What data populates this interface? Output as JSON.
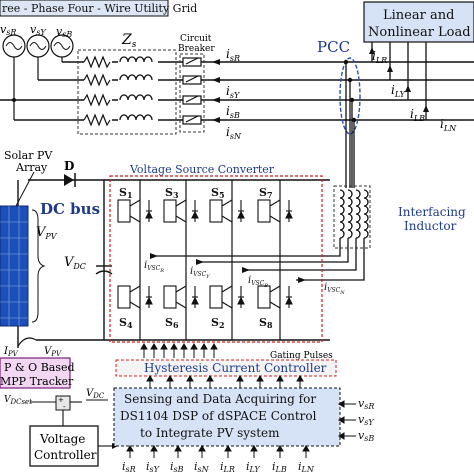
{
  "labels": {
    "grid_title": "ree - Phase Four - Wire Utility Grid",
    "load_title_1": "Linear and",
    "load_title_2": "Nonlinear Load",
    "zs": "Z",
    "zs_sub": "s",
    "breaker_1": "Circuit",
    "breaker_2": "Breaker",
    "pcc": "PCC",
    "src_r": "v",
    "src_r_sub": "sR",
    "src_y": "v",
    "src_y_sub": "sY",
    "src_b": "v",
    "src_b_sub": "sB",
    "isR": "i",
    "isR_sub": "sR",
    "isY": "i",
    "isY_sub": "sY",
    "isB": "i",
    "isB_sub": "sB",
    "isN": "i",
    "isN_sub": "sN",
    "iLR": "i",
    "iLR_sub": "LR",
    "iLY": "i",
    "iLY_sub": "LY",
    "iLB": "i",
    "iLB_sub": "LB",
    "iLN": "i",
    "iLN_sub": "LN",
    "pv_1": "Solar PV",
    "pv_2": "Array",
    "diode": "D",
    "vsc": "Voltage Source Converter",
    "dcbus": "DC bus",
    "vpv": "V",
    "vpv_sub": "PV",
    "vdc": "V",
    "vdc_sub": "DC",
    "s1": "S",
    "s1_sub": "1",
    "s3": "S",
    "s3_sub": "3",
    "s5": "S",
    "s5_sub": "5",
    "s7": "S",
    "s7_sub": "7",
    "s4": "S",
    "s4_sub": "4",
    "s6": "S",
    "s6_sub": "6",
    "s2": "S",
    "s2_sub": "2",
    "s8": "S",
    "s8_sub": "8",
    "ivscR": "i",
    "ivscR_sub": "VSC",
    "ivscR_sub2": "R",
    "ivscY": "i",
    "ivscY_sub": "VSC",
    "ivscY_sub2": "Y",
    "ivscB": "i",
    "ivscB_sub": "VSC",
    "ivscB_sub2": "B",
    "ivscN": "i",
    "ivscN_sub": "VSC",
    "ivscN_sub2": "N",
    "inductor_1": "Interfacing",
    "inductor_2": "Inductor",
    "ipv": "I",
    "ipv_sub": "PV",
    "vpv2": "V",
    "vpv2_sub": "PV",
    "mppt_1": "P & O Based",
    "mppt_2": "MPP Tracker",
    "gating": "Gating Pulses",
    "hcc": "Hysteresis Current Controller",
    "vdcset": "V",
    "vdcset_sub": "DCset",
    "vdc2": "V",
    "vdc2_sub": "DC",
    "dsp_1": "Sensing and Data Acquiring for",
    "dsp_2": "DS1104 DSP of dSPACE Control",
    "dsp_3": "to Integrate PV system",
    "vc_1": "Voltage",
    "vc_2": "Controller",
    "vsR": "v",
    "vsR_sub": "sR",
    "vsY": "v",
    "vsY_sub": "sY",
    "vsB": "v",
    "vsB_sub": "sB",
    "b_isR": "i",
    "b_isR_sub": "sR",
    "b_isY": "i",
    "b_isY_sub": "sY",
    "b_isB": "i",
    "b_isB_sub": "sB",
    "b_isN": "i",
    "b_isN_sub": "sN",
    "b_iLR": "i",
    "b_iLR_sub": "LR",
    "b_iLY": "i",
    "b_iLY_sub": "LY",
    "b_iLB": "i",
    "b_iLB_sub": "LB",
    "b_iLN": "i",
    "b_iLN_sub": "LN"
  },
  "colors": {
    "wire": "#111111",
    "dashed_red": "#d11f1f",
    "box_blue": "#d6e2f5",
    "text_blue": "#1f3a8a",
    "panel_blue": "#1d4fb8"
  }
}
